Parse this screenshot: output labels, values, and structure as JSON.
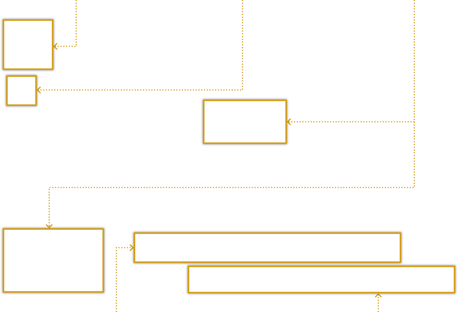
{
  "diagram": {
    "accent_color": "#d4a021",
    "box_fill": "#ffffff",
    "box_shadow_color": "#555555",
    "connector_style": "dotted",
    "arrowhead": "open-chevron",
    "nodes": [
      {
        "id": "box-a",
        "label": ""
      },
      {
        "id": "box-b",
        "label": ""
      },
      {
        "id": "box-c",
        "label": ""
      },
      {
        "id": "box-d",
        "label": ""
      },
      {
        "id": "box-e",
        "label": ""
      },
      {
        "id": "box-f",
        "label": ""
      }
    ],
    "edges": [
      {
        "from": "top-edge",
        "to": "box-a"
      },
      {
        "from": "top-edge",
        "to": "box-b"
      },
      {
        "from": "top-edge",
        "to": "box-c"
      },
      {
        "from": "top-edge",
        "to": "box-d"
      },
      {
        "from": "bottom-edge",
        "to": "box-e"
      },
      {
        "from": "bottom-edge",
        "to": "box-f"
      }
    ]
  }
}
